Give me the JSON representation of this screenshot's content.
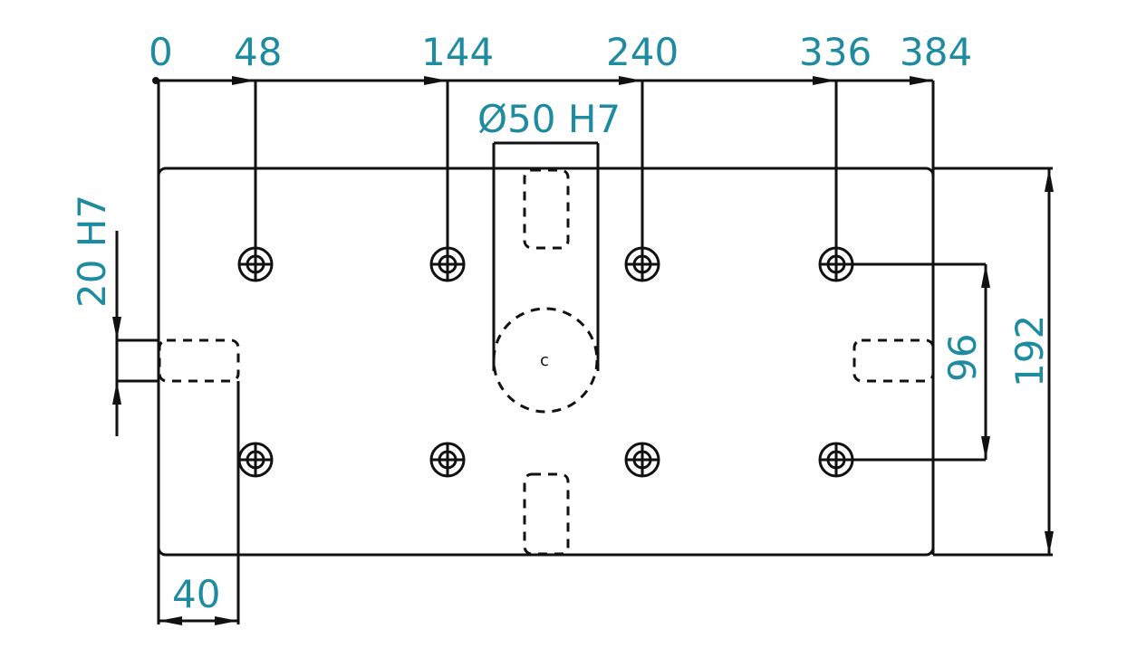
{
  "dimensions": {
    "top": [
      "0",
      "48",
      "144",
      "240",
      "336",
      "384"
    ],
    "bore": "Ø50 H7",
    "slot_width": "20 H7",
    "slot_depth": "40",
    "hole_spacing": "96",
    "height": "192"
  },
  "center_mark": "c",
  "colors": {
    "dimension_text": "#1f8ba0",
    "lines": "#111111"
  },
  "icons": [
    "drilled-hole-icon"
  ]
}
